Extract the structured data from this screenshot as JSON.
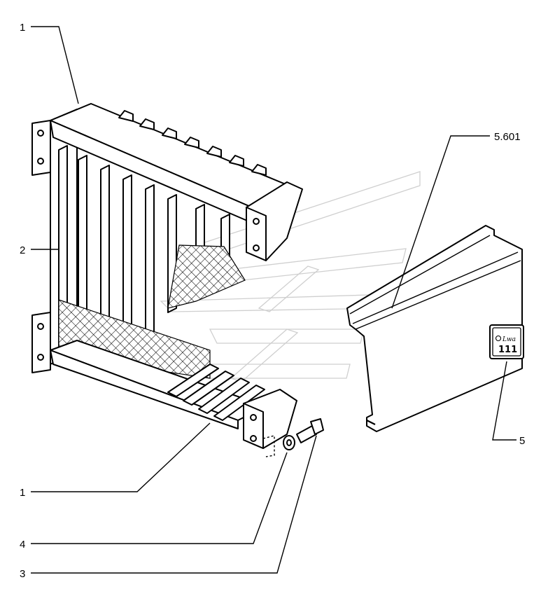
{
  "callouts": [
    {
      "id": "c1-top",
      "text": "1"
    },
    {
      "id": "c2",
      "text": "2"
    },
    {
      "id": "c1-bottom",
      "text": "1"
    },
    {
      "id": "c4",
      "text": "4"
    },
    {
      "id": "c3",
      "text": "3"
    },
    {
      "id": "c5601",
      "text": "5.601"
    },
    {
      "id": "c5",
      "text": "5"
    }
  ],
  "decal": {
    "brand": "Lwa",
    "number": "111"
  }
}
